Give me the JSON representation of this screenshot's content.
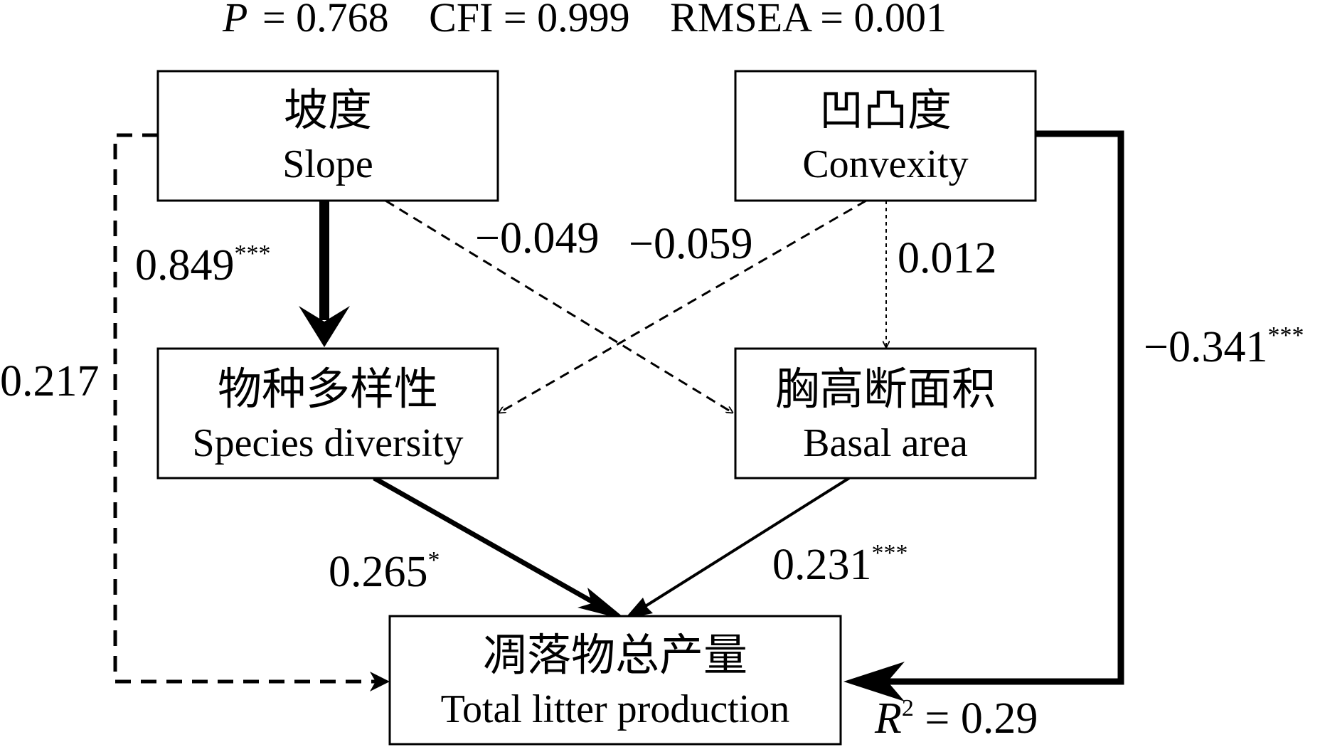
{
  "fit": {
    "p_symbol": "P",
    "p_value": "= 0.768",
    "cfi": "CFI = 0.999",
    "rmsea": "RMSEA = 0.001"
  },
  "nodes": {
    "slope": {
      "cn": "坡度",
      "en": "Slope"
    },
    "convexity": {
      "cn": "凹凸度",
      "en": "Convexity"
    },
    "species": {
      "cn": "物种多样性",
      "en": "Species diversity"
    },
    "basal": {
      "cn": "胸高断面积",
      "en": "Basal area"
    },
    "litter": {
      "cn": "凋落物总产量",
      "en": "Total litter production"
    }
  },
  "paths": {
    "slope_species": {
      "value": "0.849",
      "sig": "***"
    },
    "slope_basal": {
      "value": "−0.049",
      "sig": ""
    },
    "convexity_species": {
      "value": "−0.059",
      "sig": ""
    },
    "convexity_basal": {
      "value": "0.012",
      "sig": ""
    },
    "slope_litter": {
      "value": "0.217",
      "sig": ""
    },
    "convexity_litter": {
      "value": "−0.341",
      "sig": "***"
    },
    "species_litter": {
      "value": "0.265",
      "sig": "*"
    },
    "basal_litter": {
      "value": "0.231",
      "sig": "***"
    }
  },
  "r2": {
    "symbol": "R",
    "sup": "2",
    "value": " = 0.29"
  }
}
